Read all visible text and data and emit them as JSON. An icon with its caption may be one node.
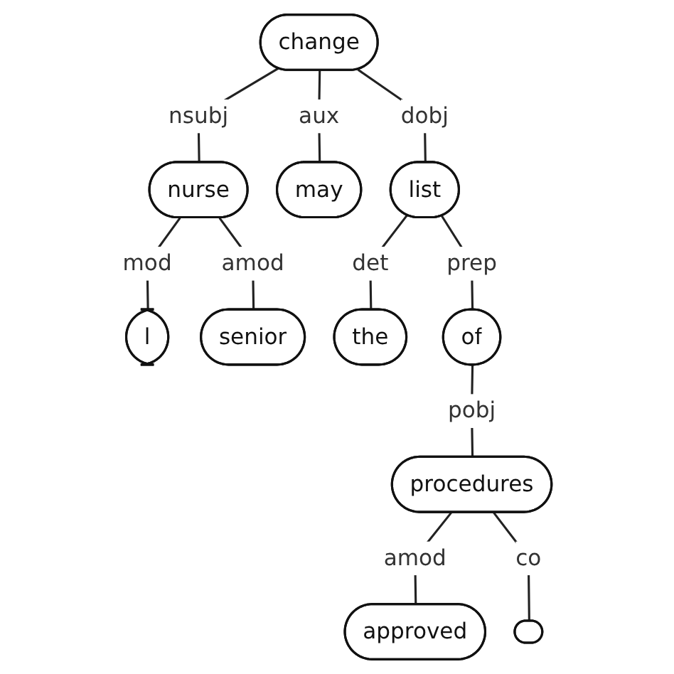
{
  "diagram": {
    "nodes": [
      {
        "text": [
          "change"
        ]
      },
      {
        "text": [
          "nurse"
        ]
      },
      {
        "text": [
          "may"
        ]
      },
      {
        "text": [
          "list"
        ]
      },
      {
        "text": [
          "l"
        ]
      },
      {
        "text": [
          "senior"
        ]
      },
      {
        "text": [
          "the"
        ]
      },
      {
        "text": [
          "of"
        ]
      },
      {
        "text": [
          "procedures"
        ]
      },
      {
        "text": [
          "approved"
        ]
      },
      {
        "text": [],
        "shape": "ellipse"
      }
    ],
    "edges": [
      {
        "from": 0,
        "to": 1,
        "arrow": "none",
        "label": "nsubj"
      },
      {
        "from": 0,
        "to": 2,
        "arrow": "none",
        "label": "aux"
      },
      {
        "from": 0,
        "to": 3,
        "arrow": "none",
        "label": "dobj"
      },
      {
        "from": 1,
        "to": 4,
        "arrow": "none",
        "label": "mod"
      },
      {
        "from": 1,
        "to": 5,
        "arrow": "none",
        "label": "amod"
      },
      {
        "from": 3,
        "to": 6,
        "arrow": "none",
        "label": "det"
      },
      {
        "from": 3,
        "to": 7,
        "arrow": "none",
        "label": "prep"
      },
      {
        "from": 7,
        "to": 8,
        "arrow": "none",
        "label": "pobj"
      },
      {
        "from": 8,
        "to": 9,
        "arrow": "none",
        "label": "amod"
      },
      {
        "from": 8,
        "to": 10,
        "arrow": "none",
        "label": "co"
      }
    ]
  }
}
